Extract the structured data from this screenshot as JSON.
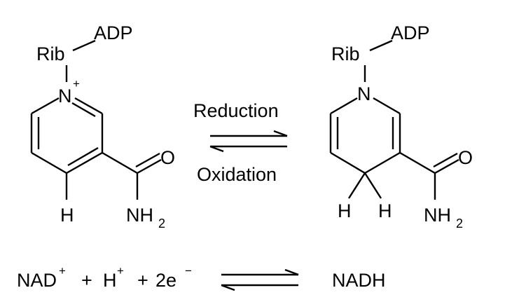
{
  "nad": {
    "rib": "Rib",
    "adp": "ADP",
    "n": "N",
    "charge": "+",
    "h": "H",
    "o": "O",
    "nh": "NH",
    "sub2": "2"
  },
  "nadh": {
    "rib": "Rib",
    "adp": "ADP",
    "n": "N",
    "h1": "H",
    "h2": "H",
    "o": "O",
    "nh": "NH",
    "sub2": "2"
  },
  "conditions": {
    "forward": "Reduction",
    "reverse": "Oxidation"
  },
  "equation": {
    "nad": "NAD",
    "nad_charge": "+",
    "plus1": "+",
    "h": "H",
    "h_charge": "+",
    "plus2": "+",
    "electrons": "2e",
    "e_charge": "−",
    "product": "NADH"
  }
}
